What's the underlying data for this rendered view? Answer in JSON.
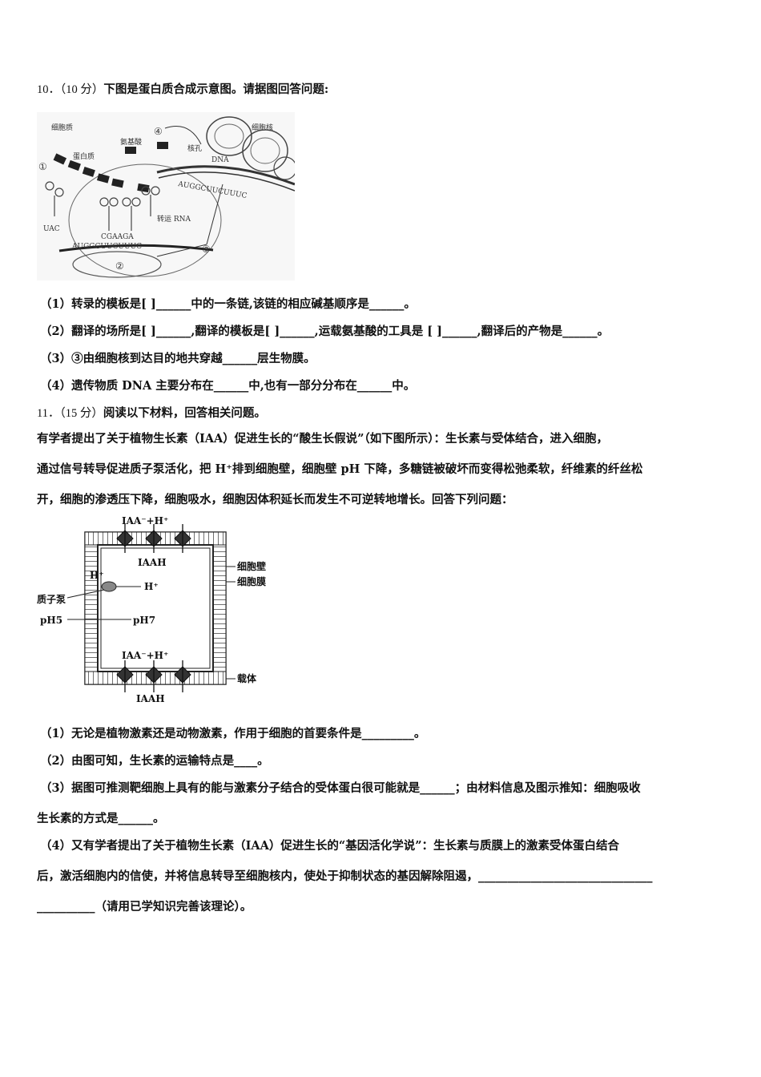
{
  "q10": {
    "header": "10．（10 分）",
    "header_rest": "下图是蛋白质合成示意图。请据图回答问题:",
    "figure": {
      "labels": {
        "cytoplasm": "细胞质",
        "protein": "蛋白质",
        "amino_acid": "氨基酸",
        "nucleus": "细胞核",
        "pore": "核孔",
        "dna": "DNA",
        "trna": "转运 RNA",
        "anticodon": "UAC",
        "codon_pair": "CGAAGA",
        "mrna_top": "AUGGCUUCUUUC",
        "mrna_bottom": "AUGGCUUCUUUC",
        "m1": "①",
        "m2": "②",
        "m3": "③",
        "m4": "④"
      }
    },
    "items": [
      "（1）转录的模板是[     ]______中的一条链,该链的相应碱基顺序是______。",
      "（2）翻译的场所是[ ]______,翻译的模板是[     ]______,运载氨基酸的工具是 [     ]______,翻译后的产物是______。",
      "（3）③由细胞核到达目的地共穿越______层生物膜。",
      "（4）遗传物质 DNA 主要分布在______中,也有一部分分布在______中。"
    ]
  },
  "q11": {
    "header": "11．（15 分）",
    "header_rest": "阅读以下材料，回答相关问题。",
    "paragraph": [
      "有学者提出了关于植物生长素（IAA）促进生长的“酸生长假说”（如下图所示）：生长素与受体结合，进入细胞，",
      "通过信号转导促进质子泵活化，把 H⁺排到细胞壁，细胞壁 pH 下降，多糖链被破坏而变得松弛柔软，纤维素的纤丝松",
      "开，细胞的渗透压下降，细胞吸水，细胞因体积延长而发生不可逆转地增长。回答下列问题："
    ],
    "figure": {
      "labels": {
        "iaa_top": "IAA⁻+H⁺",
        "iaah_top": "IAAH",
        "h_out": "H⁺",
        "h_in": "H⁺",
        "proton_pump": "质子泵",
        "ph5": "pH5",
        "ph7": "pH7",
        "cell_wall": "细胞壁",
        "cell_membrane": "细胞膜",
        "iaa_bottom": "IAA⁻+H⁺",
        "carrier": "载体",
        "iaah_bottom": "IAAH"
      }
    },
    "items": [
      "（1）无论是植物激素还是动物激素，作用于细胞的首要条件是_________。",
      "（2）由图可知，生长素的运输特点是____。",
      "（3）据图可推测靶细胞上具有的能与激素分子结合的受体蛋白很可能就是______；由材料信息及图示推知：细胞吸收",
      "生长素的方式是______。",
      "（4）又有学者提出了关于植物生长素（IAA）促进生长的“基因活化学说”：生长素与质膜上的激素受体蛋白结合",
      "后，激活细胞内的信使，并将信息转导至细胞核内，使处于抑制状态的基因解除阻遏，______________________________",
      "__________（请用已学知识完善该理论）。"
    ]
  }
}
